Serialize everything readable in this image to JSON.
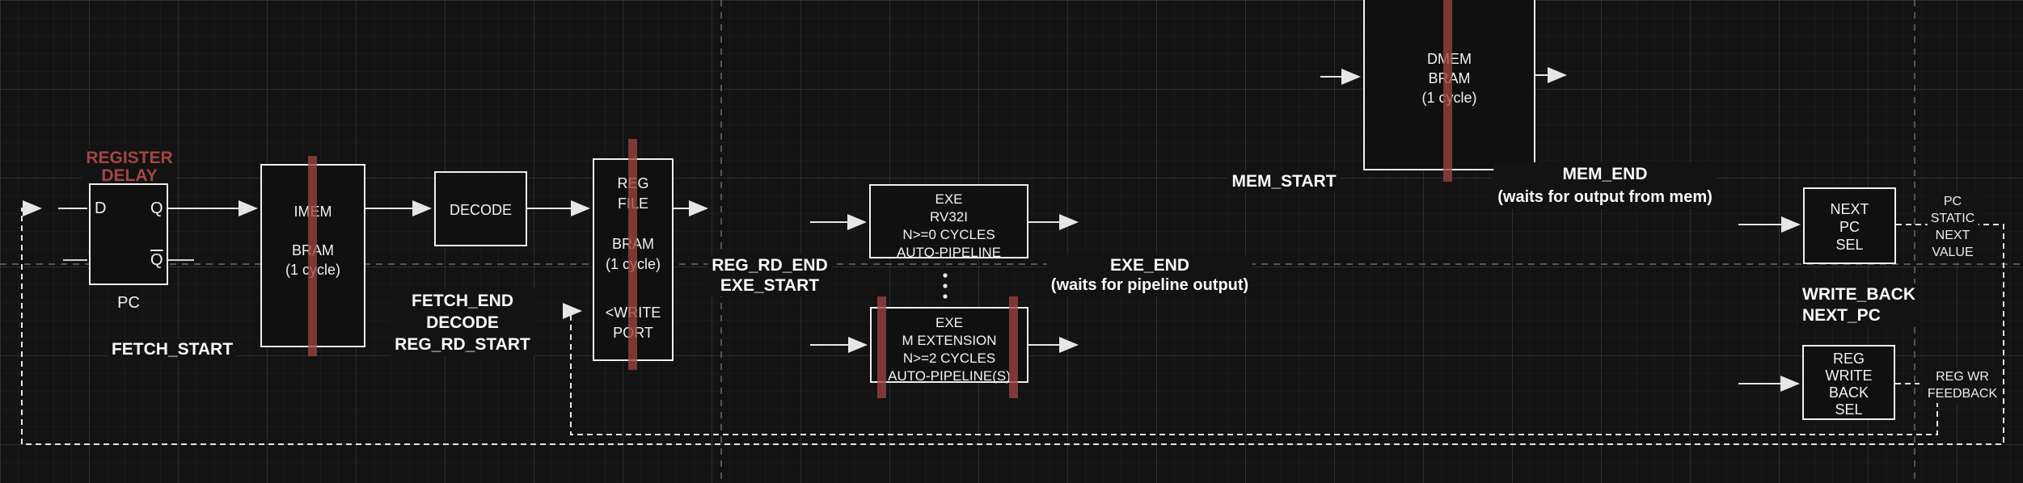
{
  "colors": {
    "background": "#131313",
    "accent_red_label": "#a64545",
    "bram_bar_red": "#9e4242",
    "wire_white": "#e6e6e6",
    "page_boundary_gray": "#6b6b6b"
  },
  "pc_register": {
    "label_line1": "REGISTER",
    "label_line2": "DELAY",
    "pin_d": "D",
    "pin_q": "Q",
    "pin_qbar": "Q",
    "caption": "PC"
  },
  "boxes": {
    "imem": {
      "lines": [
        "IMEM",
        "",
        "BRAM",
        "(1 cycle)"
      ]
    },
    "decode": {
      "lines": [
        "DECODE"
      ]
    },
    "regfile": {
      "read": [
        "REG",
        "FILE"
      ],
      "mid": [
        "BRAM",
        "(1 cycle)"
      ],
      "write": [
        "<WRITE",
        "PORT"
      ]
    },
    "exe_rv32i": {
      "lines": [
        "EXE",
        "RV32I",
        "N>=0 CYCLES",
        "AUTO-PIPELINE"
      ]
    },
    "exe_m": {
      "lines": [
        "EXE",
        "M EXTENSION",
        "N>=2 CYCLES",
        "AUTO-PIPELINE(S)"
      ]
    },
    "dmem": {
      "lines": [
        "DMEM",
        "BRAM",
        "(1 cycle)"
      ]
    },
    "next_pc_sel": {
      "lines": [
        "NEXT",
        "PC",
        "SEL"
      ]
    },
    "reg_write_back_sel": {
      "lines": [
        "REG",
        "WRITE",
        "BACK",
        "SEL"
      ]
    }
  },
  "stage_labels": {
    "fetch_start": "FETCH_START",
    "fetch_end": [
      "FETCH_END",
      "DECODE",
      "REG_RD_START"
    ],
    "reg_rd_end": [
      "REG_RD_END",
      "EXE_START"
    ],
    "exe_end": [
      "EXE_END",
      "(waits for pipeline output)"
    ],
    "mem_start": "MEM_START",
    "mem_end": [
      "MEM_END",
      "(waits for output from mem)"
    ],
    "write_back": [
      "WRITE_BACK",
      "NEXT_PC"
    ]
  },
  "wire_labels": {
    "pc_static_next_value": [
      "PC",
      "STATIC",
      "NEXT",
      "VALUE"
    ],
    "reg_wr_feedback": [
      "REG WR",
      "FEEDBACK"
    ]
  }
}
